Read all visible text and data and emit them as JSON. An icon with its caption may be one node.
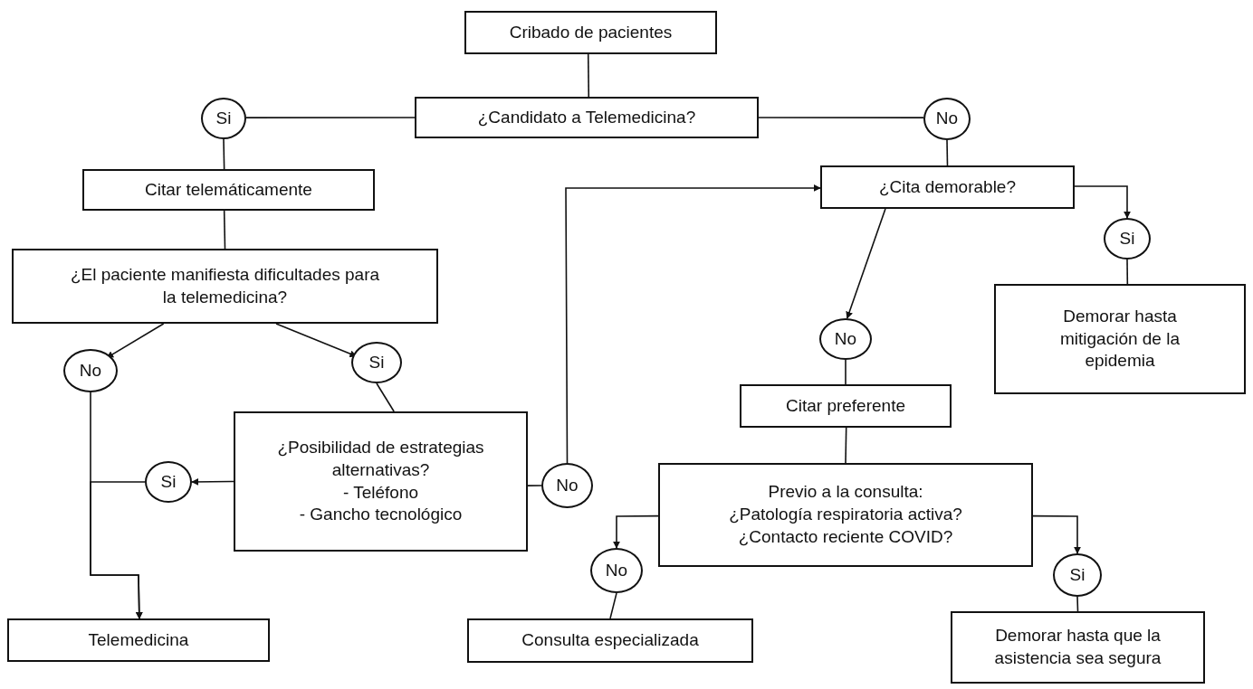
{
  "diagram": {
    "nodes": [
      {
        "text": [
          "Cribado de pacientes"
        ]
      },
      {
        "text": [
          "Si"
        ]
      },
      {
        "text": [
          "¿Candidato a Telemedicina?"
        ]
      },
      {
        "text": [
          "No"
        ]
      },
      {
        "text": [
          "Citar telemáticamente"
        ]
      },
      {
        "text": [
          "¿Cita demorable?"
        ]
      },
      {
        "text": [
          "¿El paciente manifiesta dificultades para la telemedicina?"
        ]
      },
      {
        "text": [
          "Si"
        ]
      },
      {
        "text": [
          "Demorar hasta mitigación de la epidemia"
        ]
      },
      {
        "text": [
          "No"
        ]
      },
      {
        "text": [
          "No"
        ]
      },
      {
        "text": [
          "Si"
        ]
      },
      {
        "text": [
          "Citar preferente"
        ]
      },
      {
        "text": [
          "¿Posibilidad de estrategias alternativas?",
          "- Teléfono",
          "- Gancho tecnológico"
        ]
      },
      {
        "text": [
          "Si"
        ]
      },
      {
        "text": [
          "No"
        ]
      },
      {
        "text": [
          "Previo a la consulta:",
          "¿Patología respiratoria activa?",
          "¿Contacto reciente COVID?"
        ]
      },
      {
        "text": [
          "No"
        ]
      },
      {
        "text": [
          "Si"
        ]
      },
      {
        "text": [
          "Telemedicina"
        ]
      },
      {
        "text": [
          "Consulta especializada"
        ]
      },
      {
        "text": [
          "Demorar hasta que la asistencia sea segura"
        ]
      }
    ],
    "edges": [
      {
        "from": 0,
        "to": 2,
        "arrow": "none"
      },
      {
        "from": 2,
        "to": 1,
        "arrow": "none"
      },
      {
        "from": 2,
        "to": 3,
        "arrow": "none"
      },
      {
        "from": 1,
        "to": 4,
        "arrow": "none"
      },
      {
        "from": 3,
        "to": 5,
        "arrow": "none"
      },
      {
        "from": 4,
        "to": 6,
        "arrow": "none"
      },
      {
        "from": 6,
        "to": 10,
        "arrow": "to"
      },
      {
        "from": 6,
        "to": 11,
        "arrow": "to"
      },
      {
        "from": 5,
        "to": 9,
        "arrow": "to"
      },
      {
        "from": 5,
        "to": 7,
        "arrow": "to"
      },
      {
        "from": 7,
        "to": 8,
        "arrow": "none"
      },
      {
        "from": 9,
        "to": 12,
        "arrow": "none"
      },
      {
        "from": 11,
        "to": 13,
        "arrow": "none"
      },
      {
        "from": 13,
        "to": 14,
        "arrow": "to"
      },
      {
        "from": 13,
        "to": 15,
        "arrow": "none"
      },
      {
        "from": 15,
        "to": 5,
        "arrow": "to"
      },
      {
        "from": 10,
        "to": 19,
        "arrow": "to"
      },
      {
        "from": 14,
        "to": 19,
        "arrow": "to"
      },
      {
        "from": 12,
        "to": 16,
        "arrow": "none"
      },
      {
        "from": 16,
        "to": 17,
        "arrow": "to"
      },
      {
        "from": 16,
        "to": 18,
        "arrow": "to"
      },
      {
        "from": 17,
        "to": 20,
        "arrow": "none"
      },
      {
        "from": 18,
        "to": 21,
        "arrow": "none"
      }
    ]
  }
}
